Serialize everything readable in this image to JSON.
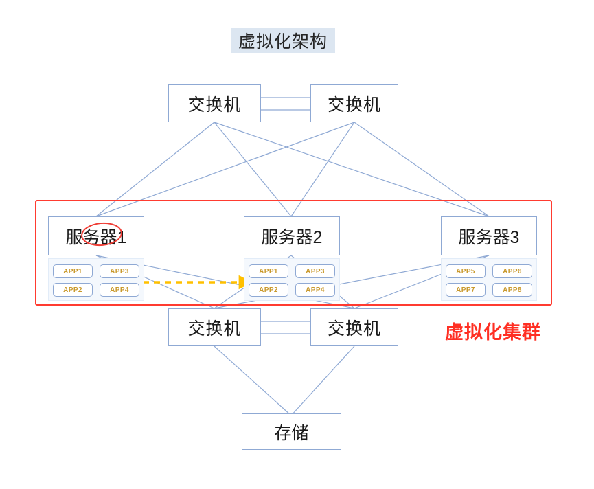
{
  "diagram": {
    "title": "虚拟化架构",
    "cluster_label": "虚拟化集群",
    "accent_colors": {
      "line": "#8fa9d4",
      "node_border": "#8fa9d4",
      "title_background": "#dce6f1",
      "cluster_border": "#ff3b30",
      "cluster_label_text": "#ff2f23",
      "app_text": "#c9992c",
      "app_panel_background": "#f4f8fd",
      "migration_arrow": "#ffc000",
      "annotation_ellipse": "#ef3b33"
    },
    "nodes": {
      "switch_top_left": "交换机",
      "switch_top_right": "交换机",
      "switch_bottom_left": "交换机",
      "switch_bottom_right": "交换机",
      "server_1": "服务器1",
      "server_2": "服务器2",
      "server_3": "服务器3",
      "storage": "存储"
    },
    "apps": {
      "server_1": [
        "APP1",
        "APP3",
        "APP2",
        "APP4"
      ],
      "server_2": [
        "APP1",
        "APP3",
        "APP2",
        "APP4"
      ],
      "server_3": [
        "APP5",
        "APP6",
        "APP7",
        "APP8"
      ]
    }
  }
}
